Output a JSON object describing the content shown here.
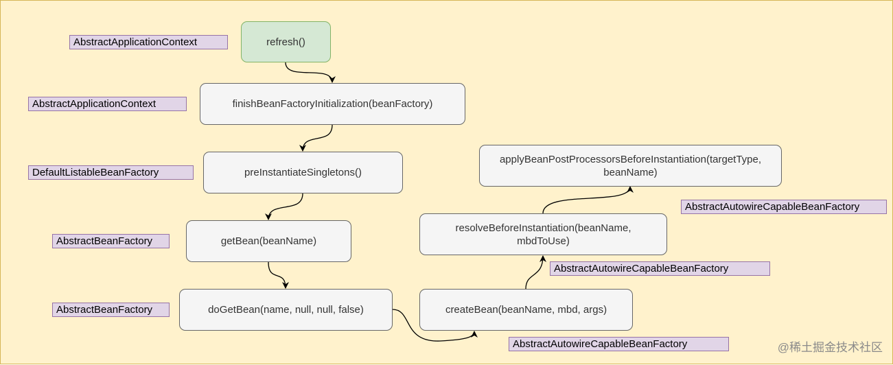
{
  "nodes": {
    "refresh": "refresh()",
    "finish_init": "finishBeanFactoryInitialization(beanFactory)",
    "pre_instantiate": "preInstantiateSingletons()",
    "get_bean": "getBean(beanName)",
    "do_get_bean": "doGetBean(name, null, null, false)",
    "create_bean": "createBean(beanName, mbd, args)",
    "resolve_line1": "resolveBeforeInstantiation(beanName,",
    "resolve_line2": "mbdToUse)",
    "apply_line1": "applyBeanPostProcessorsBeforeInstantiation(targetType,",
    "apply_line2": "beanName)"
  },
  "class_labels": {
    "refresh": "AbstractApplicationContext",
    "finish_init": "AbstractApplicationContext",
    "pre_instantiate": "DefaultListableBeanFactory",
    "get_bean": "AbstractBeanFactory",
    "do_get_bean": "AbstractBeanFactory",
    "create_bean": "AbstractAutowireCapableBeanFactory",
    "resolve": "AbstractAutowireCapableBeanFactory",
    "apply": "AbstractAutowireCapableBeanFactory"
  },
  "watermark": "@稀土掘金技术社区",
  "colors": {
    "canvas_bg": "#fff2cc",
    "canvas_border": "#d6b656",
    "start_fill": "#d5e8d4",
    "start_border": "#82b366",
    "node_fill": "#f5f5f5",
    "node_border": "#666666",
    "label_fill": "#e1d5e7",
    "label_border": "#9673a6"
  }
}
